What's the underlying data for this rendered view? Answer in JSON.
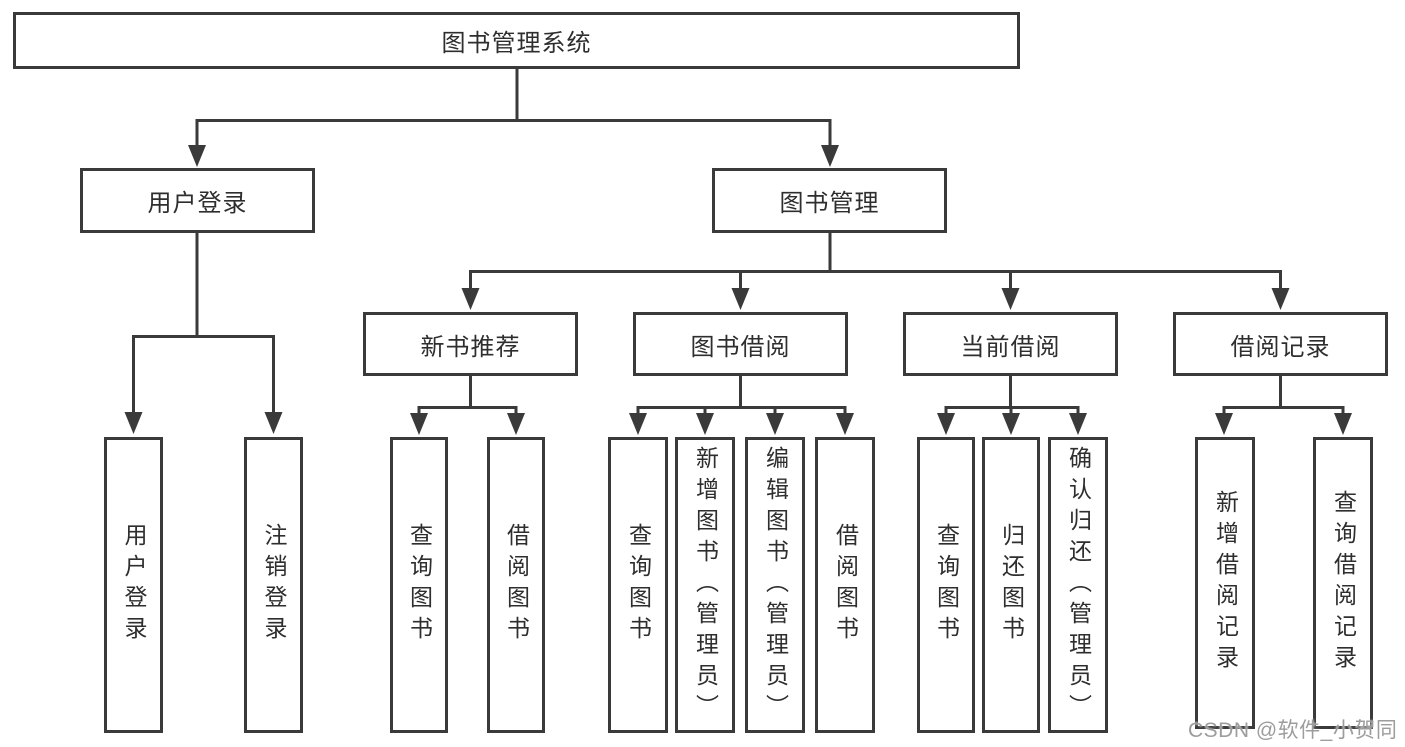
{
  "diagram_type": "hierarchy-tree",
  "colors": {
    "line": "#3a3a3a",
    "box_border": "#3a3a3a",
    "text": "#2e2e2e",
    "background": "#ffffff",
    "watermark": "#9d9d9d"
  },
  "tree": {
    "label": "图书管理系统",
    "children": [
      {
        "label": "用户登录",
        "children": [
          {
            "label": "用户登录"
          },
          {
            "label": "注销登录"
          }
        ]
      },
      {
        "label": "图书管理",
        "children": [
          {
            "label": "新书推荐",
            "children": [
              {
                "label": "查询图书"
              },
              {
                "label": "借阅图书"
              }
            ]
          },
          {
            "label": "图书借阅",
            "children": [
              {
                "label": "查询图书"
              },
              {
                "label": "新增图书（管理员）"
              },
              {
                "label": "编辑图书（管理员）"
              },
              {
                "label": "借阅图书"
              }
            ]
          },
          {
            "label": "当前借阅",
            "children": [
              {
                "label": "查询图书"
              },
              {
                "label": "归还图书"
              },
              {
                "label": "确认归还（管理员）"
              }
            ]
          },
          {
            "label": "借阅记录",
            "children": [
              {
                "label": "新增借阅记录"
              },
              {
                "label": "查询借阅记录"
              }
            ]
          }
        ]
      }
    ]
  },
  "watermark": {
    "text": "CSDN @软件_小贺同学"
  }
}
